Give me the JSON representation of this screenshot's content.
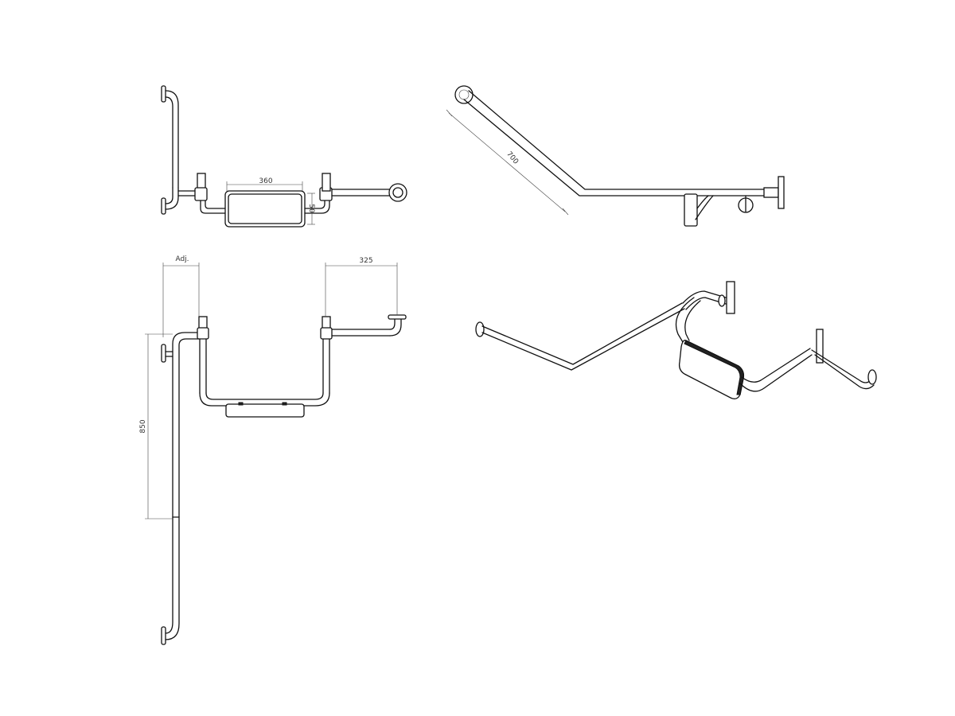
{
  "dimensions": {
    "seat_width": "360",
    "seat_height": "50",
    "angle_length": "700",
    "adjustable": "Adj.",
    "arm_projection": "325",
    "height": "850"
  }
}
